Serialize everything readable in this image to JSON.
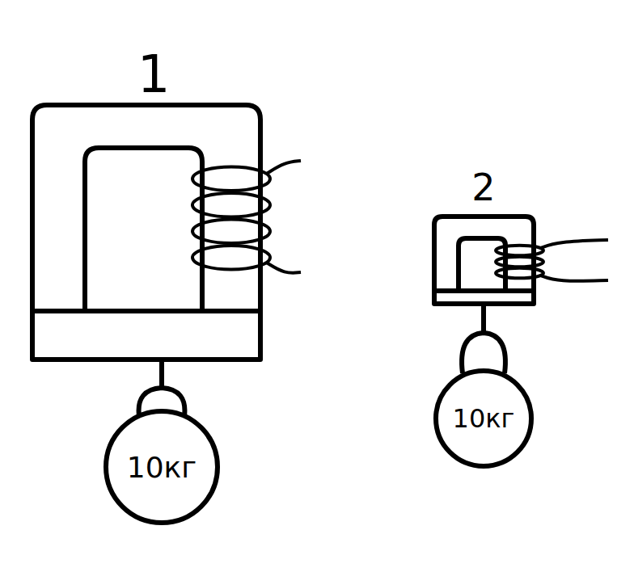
{
  "diagram": {
    "nodes": [
      {
        "text": [
          "10кг"
        ]
      },
      {
        "text": [
          "10кг"
        ]
      }
    ],
    "labels": [
      "1",
      "2"
    ]
  }
}
